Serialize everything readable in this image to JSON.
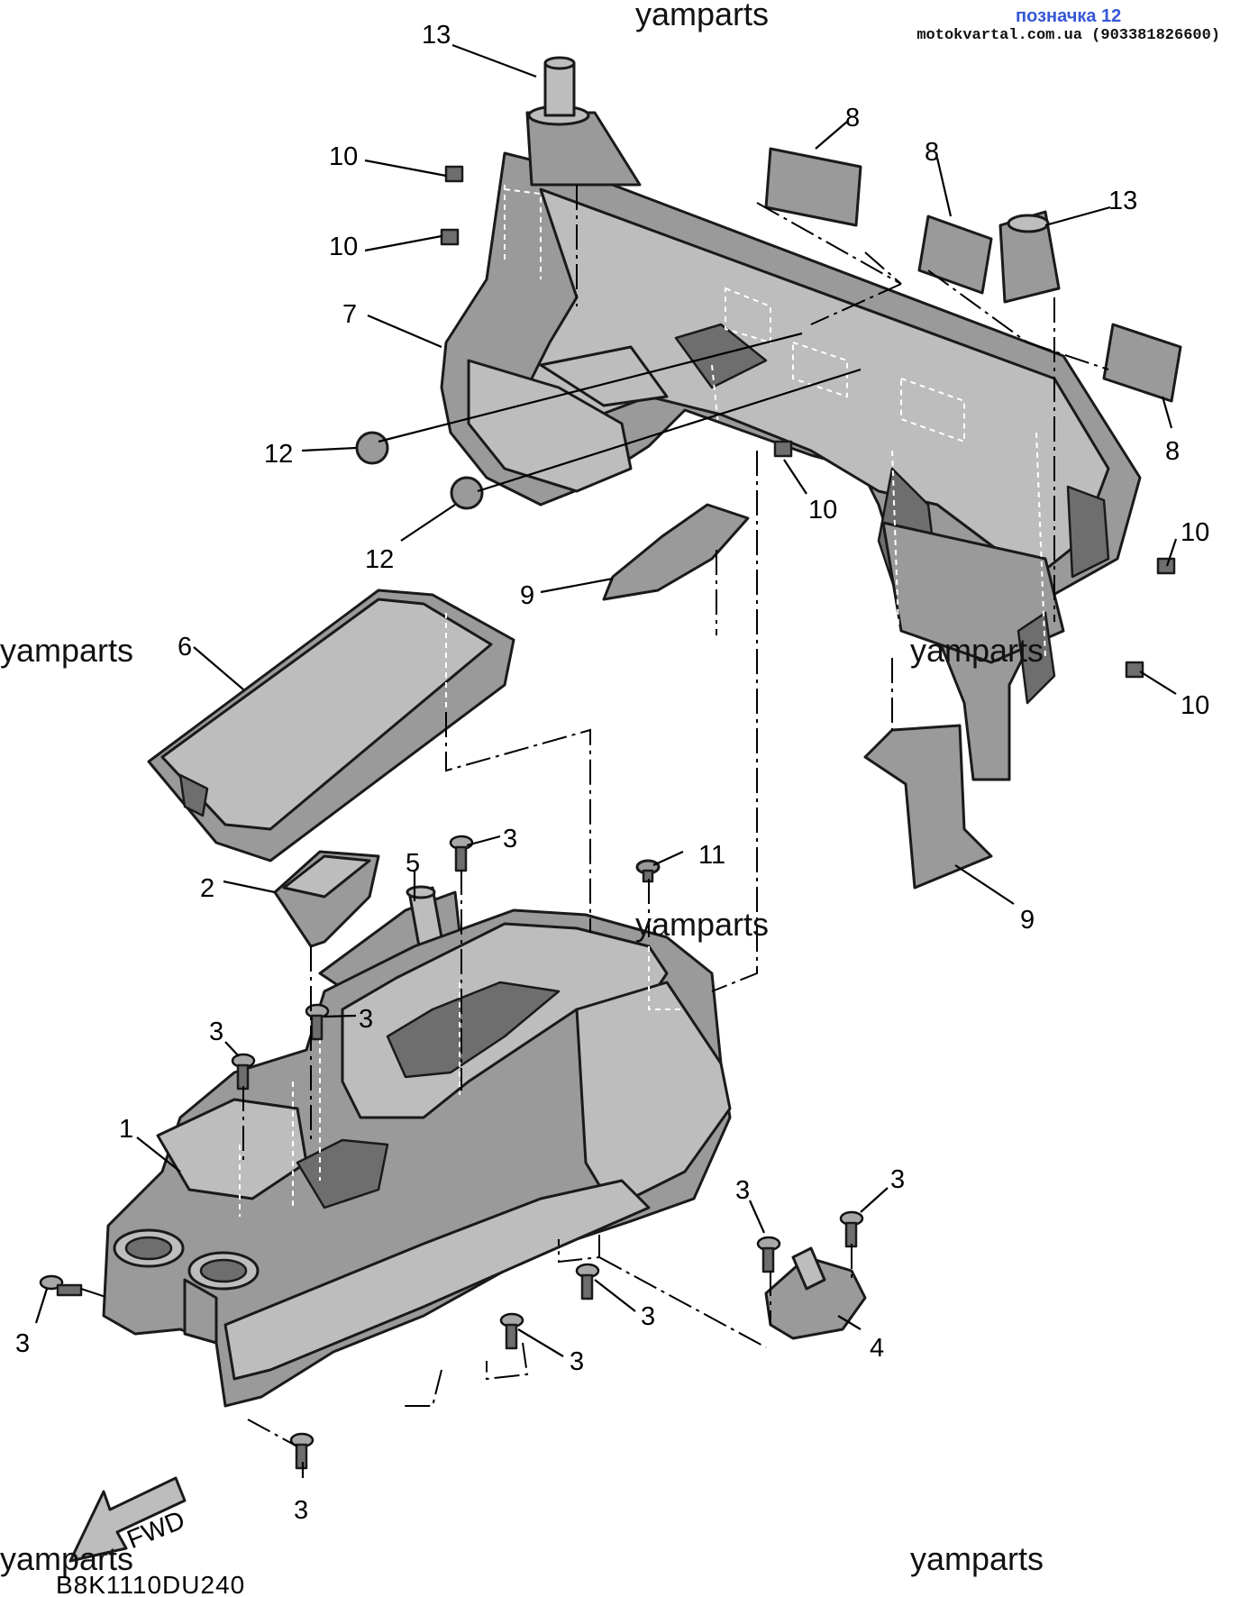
{
  "stamp": {
    "title": "позначка 12",
    "site": "motokvartal.com.ua (903381826600)"
  },
  "watermark": "yamparts",
  "diagram_code": "B8K1110DU240",
  "fwd_label": "FWD",
  "callouts": {
    "c1": "1",
    "c2": "2",
    "c3": "3",
    "c4": "4",
    "c5": "5",
    "c6": "6",
    "c7": "7",
    "c8": "8",
    "c9": "9",
    "c10": "10",
    "c11": "11",
    "c12": "12",
    "c13": "13"
  },
  "colors": {
    "part": "#9a9a9a",
    "part_light": "#bdbdbd",
    "part_dark": "#6e6e6e",
    "stamp_blue": "#3557d6"
  }
}
